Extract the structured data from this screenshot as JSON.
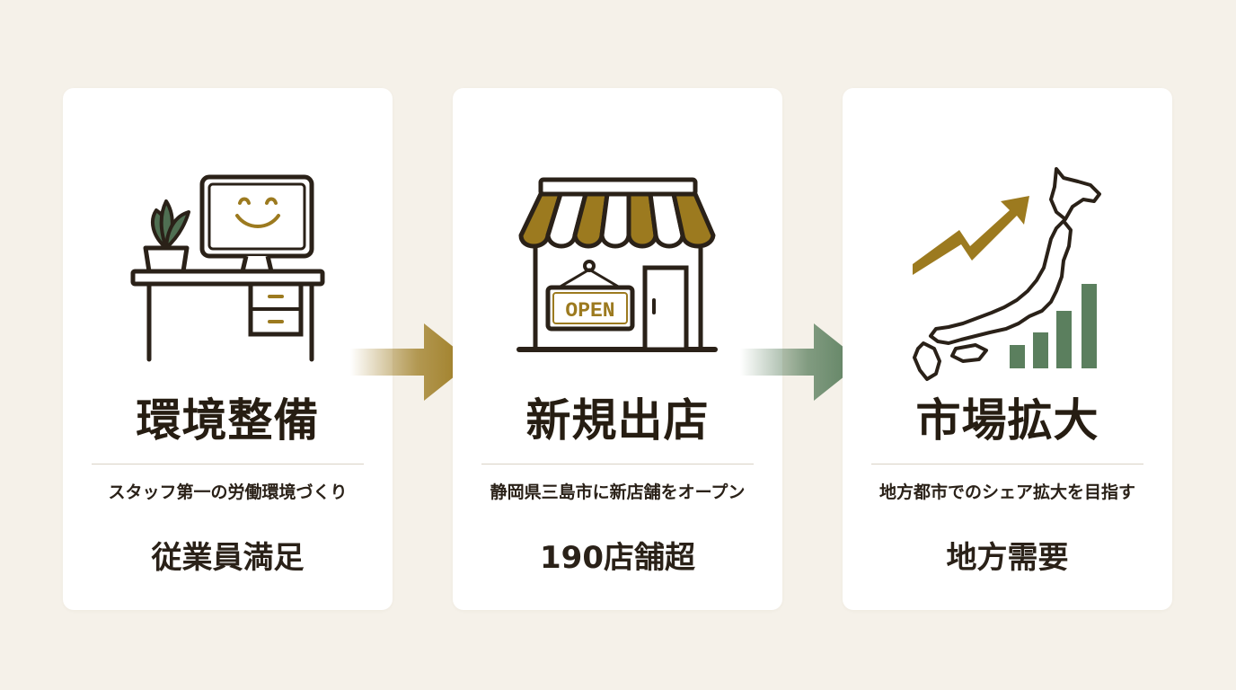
{
  "steps": [
    {
      "title": "環境整備",
      "description": "スタッフ第一の労働環境づくり",
      "highlight": "従業員満足",
      "icon": "smiling-computer-desk-icon"
    },
    {
      "title": "新規出店",
      "description": "静岡県三島市に新店舗をオープン",
      "highlight": "190店舗超",
      "icon": "storefront-icon",
      "sign_text": "OPEN"
    },
    {
      "title": "市場拡大",
      "description": "地方都市でのシェア拡大を目指す",
      "highlight": "地方需要",
      "icon": "japan-map-growth-icon"
    }
  ],
  "colors": {
    "background": "#f5f1e9",
    "card": "#ffffff",
    "gold": "#9c7a1f",
    "green": "#5b7f5e",
    "ink": "#2a2118"
  }
}
